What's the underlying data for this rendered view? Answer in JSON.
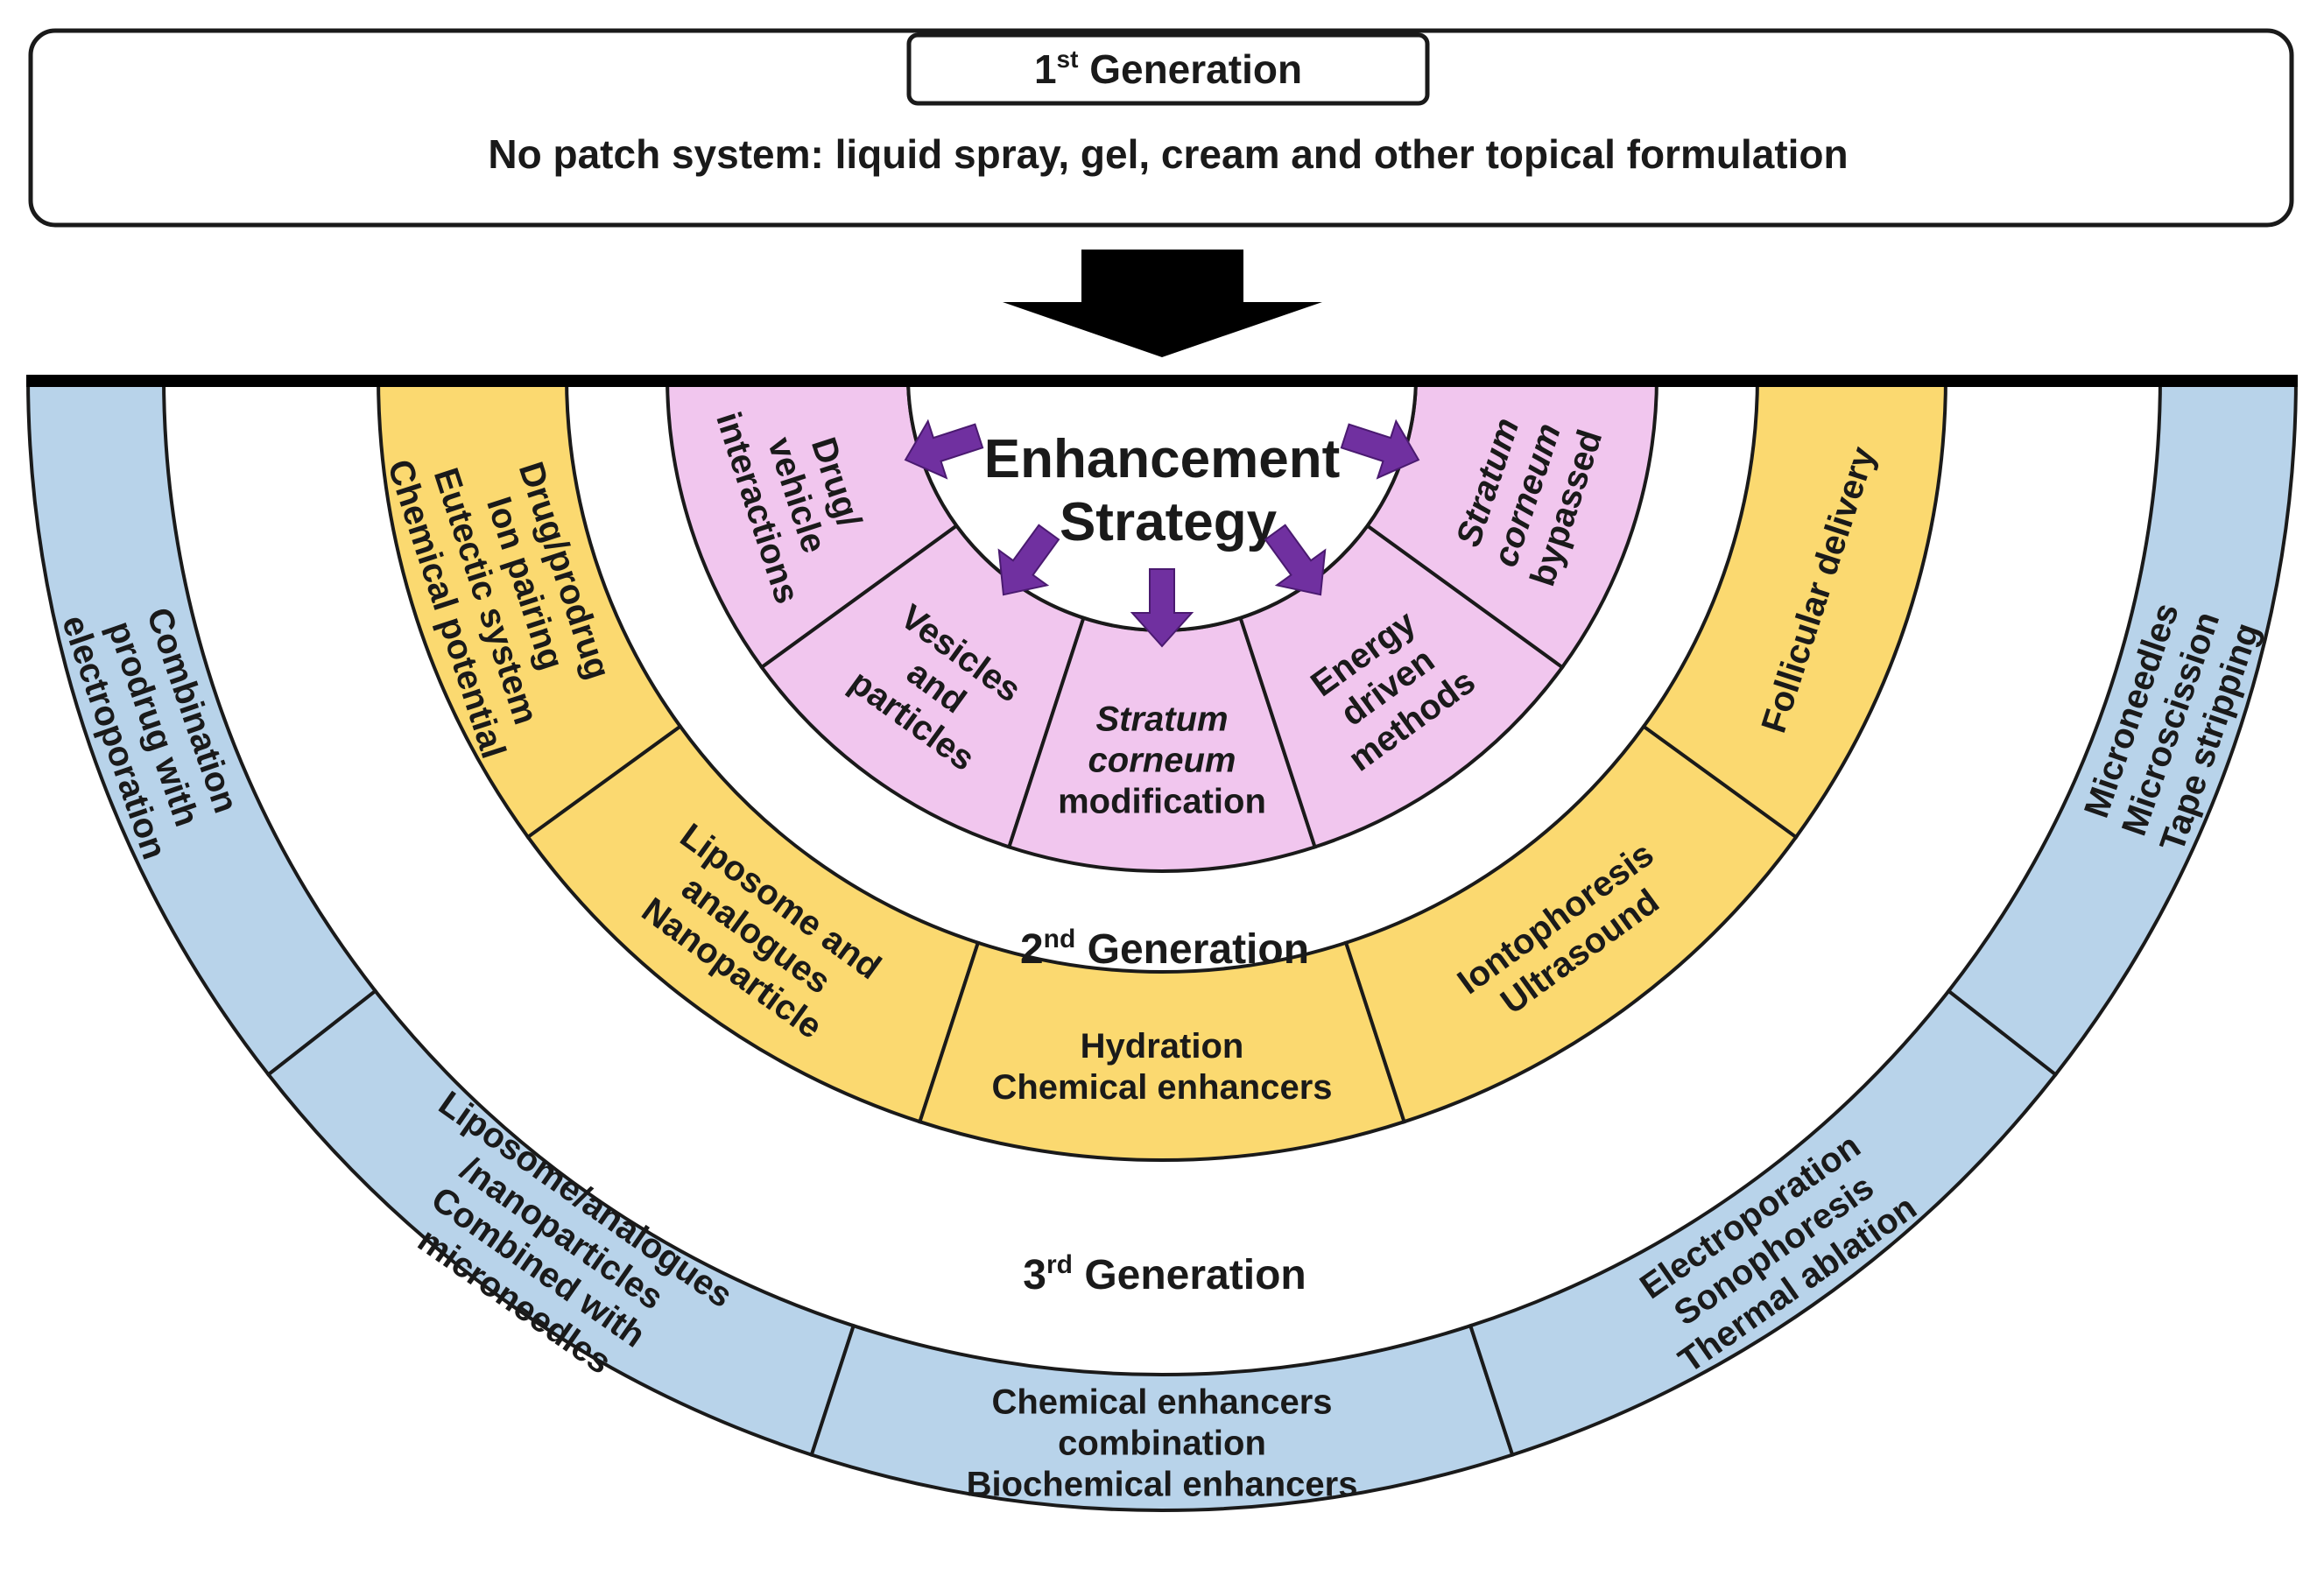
{
  "first_generation": {
    "title_main": "1",
    "title_sup": "st",
    "title_rest": " Generation",
    "description": "No patch system: liquid spray, gel, cream and other topical formulation"
  },
  "center": {
    "line1": "Enhancement",
    "line2": "Strategy"
  },
  "colors": {
    "pink": "#f1c6ee",
    "yellow": "#fbd970",
    "blue": "#b8d3ea",
    "arrow_purple": "#7030a0",
    "outline": "#1a1a1a"
  },
  "strategies": [
    {
      "lines": [
        "Drug/",
        "vehicle",
        "interactions"
      ],
      "italic": false
    },
    {
      "lines": [
        "Vesicles",
        "and",
        "particles"
      ],
      "italic": false
    },
    {
      "lines": [
        "Stratum",
        "corneum",
        "modification"
      ],
      "italic_lines": [
        0,
        1
      ]
    },
    {
      "lines": [
        "Energy",
        "driven",
        "methods"
      ],
      "italic": false
    },
    {
      "lines": [
        "Stratum",
        "corneum",
        "bypassed"
      ],
      "italic_lines": [
        0,
        1
      ]
    }
  ],
  "second_generation": {
    "label_main": "2",
    "label_sup": "nd",
    "label_rest": " Generation",
    "items": [
      {
        "lines": [
          "Drug/prodrug",
          "Ion pairing",
          "Eutectic system",
          "Chemical potential"
        ]
      },
      {
        "lines": [
          "Liposome and",
          "analogues",
          "Nanoparticle"
        ]
      },
      {
        "lines": [
          "Hydration",
          "Chemical enhancers"
        ]
      },
      {
        "lines": [
          "Iontophoresis",
          "Ultrasound"
        ]
      },
      {
        "lines": [
          "Follicular delivery"
        ]
      }
    ]
  },
  "third_generation": {
    "label_main": "3",
    "label_sup": "rd",
    "label_rest": " Generation",
    "items": [
      {
        "lines": [
          "Combination",
          "prodrug with",
          "electroporation"
        ]
      },
      {
        "lines": [
          "Liposome/analogues",
          "/nanoparticles",
          "Combined with",
          "microneedles"
        ]
      },
      {
        "lines": [
          "Chemical enhancers",
          "combination",
          "Biochemical enhancers"
        ]
      },
      {
        "lines": [
          "Electroporation",
          "Sonophoresis",
          "Thermal ablation"
        ]
      },
      {
        "lines": [
          "Microneedles",
          "Microscission",
          "Tape stripping"
        ]
      }
    ]
  }
}
